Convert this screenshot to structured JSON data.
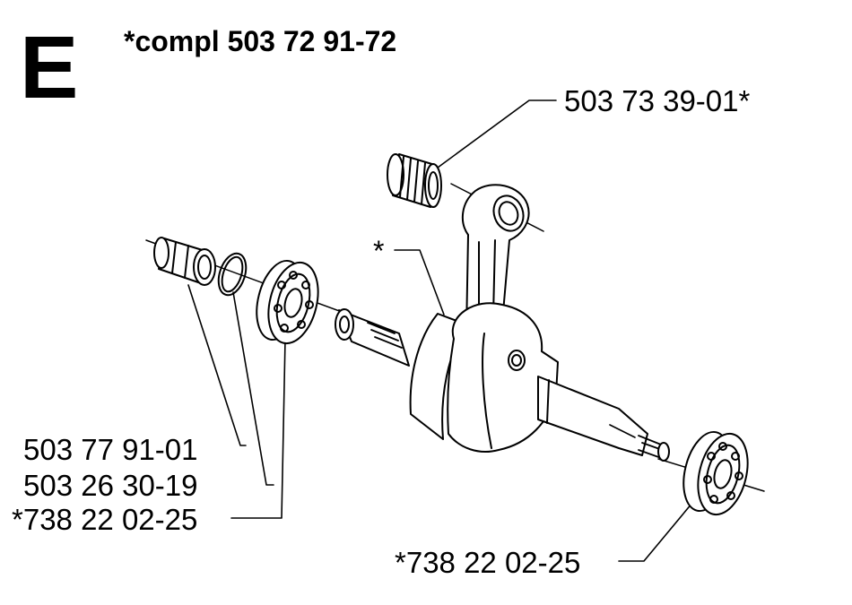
{
  "diagram": {
    "section_letter": "E",
    "assembly_label": "*compl 503 72 91-72",
    "parts": [
      {
        "id": "needle-bearing",
        "label": "503 73 39-01*"
      },
      {
        "id": "crankshaft",
        "label": "*"
      },
      {
        "id": "bushing",
        "label": "503 77 91-01"
      },
      {
        "id": "o-ring",
        "label": "503 26 30-19"
      },
      {
        "id": "ball-bearing-left",
        "label": "*738 22 02-25"
      },
      {
        "id": "ball-bearing-right",
        "label": "*738 22 02-25"
      }
    ],
    "colors": {
      "ink": "#000000",
      "paper": "#ffffff"
    }
  }
}
